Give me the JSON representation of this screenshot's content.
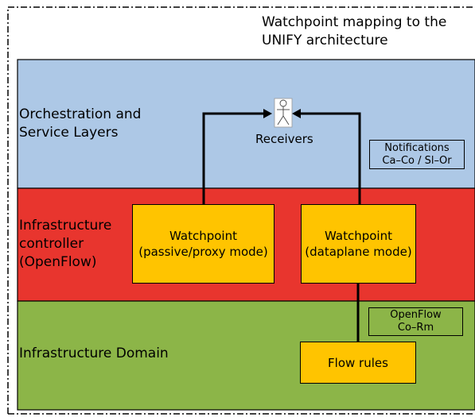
{
  "diagram": {
    "title": "Watchpoint mapping to the\nUNIFY architecture",
    "layers": [
      {
        "id": "orchestration",
        "label": "Orchestration and\nService Layers",
        "color": "#adc8e6"
      },
      {
        "id": "controller",
        "label": "Infrastructure\ncontroller\n(OpenFlow)",
        "color": "#e8352e"
      },
      {
        "id": "domain",
        "label": "Infrastructure Domain",
        "color": "#8cb548"
      }
    ],
    "receivers": {
      "label": "Receivers",
      "icon": "person-icon"
    },
    "components": [
      {
        "id": "wp-passive",
        "label": "Watchpoint\n(passive/proxy mode)",
        "color": "#ffc400"
      },
      {
        "id": "wp-dataplane",
        "label": "Watchpoint\n(dataplane mode)",
        "color": "#ffc400"
      },
      {
        "id": "flow-rules",
        "label": "Flow rules",
        "color": "#ffc400"
      }
    ],
    "interfaces": [
      {
        "id": "notifications",
        "label": "Notifications\nCa–Co / Sl–Or"
      },
      {
        "id": "openflow",
        "label": "OpenFlow\nCo–Rm"
      }
    ]
  }
}
